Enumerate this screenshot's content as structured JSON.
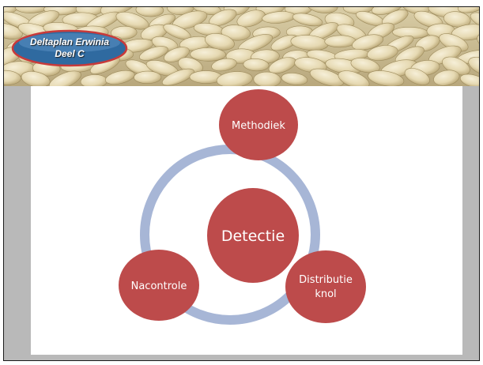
{
  "header": {
    "badge_line1": "Deltaplan Erwinia",
    "badge_line2": "Deel C"
  },
  "diagram": {
    "center": "Detectie",
    "top": "Methodiek",
    "right_line1": "Distributie",
    "right_line2": "knol",
    "left": "Nacontrole"
  },
  "colors": {
    "node_fill": "#bd4b4b",
    "ring": "#a7b6d6",
    "badge_fill": "#2f6aa0",
    "badge_border": "#c83a3a"
  }
}
